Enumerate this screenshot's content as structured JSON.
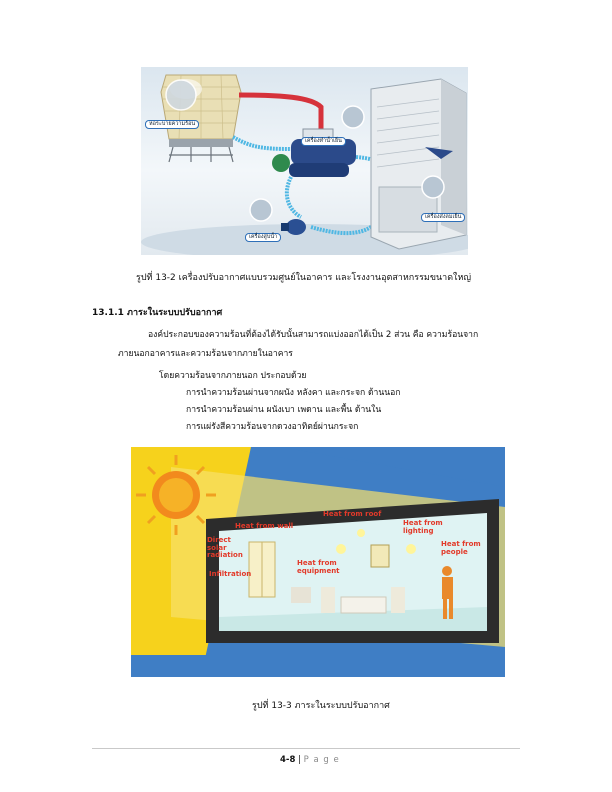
{
  "figure1": {
    "labels": {
      "cooling_tower": "หอระบายความร้อน",
      "chiller": "เครื่องทำน้ำเย็น",
      "air_handler": "เครื่องส่งลมเย็น",
      "pump": "เครื่องสูบน้ำ"
    },
    "caption": "รูปที่ 13-2 เครื่องปรับอากาศแบบรวมศูนย์ในอาคาร และโรงงานอุตสาหกรรมขนาดใหญ่"
  },
  "section": {
    "heading": "13.1.1  ภาระในระบบปรับอากาศ",
    "para_line1": "องค์ประกอบของความร้อนที่ต้องได้รับนั้นสามารถแบ่งออกได้เป็น  2  ส่วน  คือ  ความร้อนจาก",
    "para_line2": "ภายนอกอาคารและความร้อนจากภายในอาคาร",
    "intro": "โดยความร้อนจากภายนอก ประกอบด้วย",
    "items": [
      "การนำความร้อนผ่านจากผนัง หลังคา และกระจก ด้านนอก",
      "การนำความร้อนผ่าน ผนังเบา เพดาน และพื้น ด้านใน",
      "การแผ่รังสีความร้อนจากดวงอาทิตย์ผ่านกระจก"
    ]
  },
  "figure2": {
    "labels": {
      "wall": "Heat from wall",
      "roof": "Heat from roof",
      "lighting": "Heat from lighting",
      "people": "Heat from people",
      "solar": "Direct solar radiation",
      "equipment": "Heat from equipment",
      "infiltration": "Infiltration"
    },
    "caption": "รูปที่ 13-3 ภาระในระบบปรับอากาศ"
  },
  "footer": {
    "page": "4-8",
    "separator": "|",
    "page_word": "P a g e"
  },
  "colors": {
    "pipe_hot": "#d6323b",
    "pipe_cold": "#4fb7e3",
    "label_red": "#e23a2a",
    "page_word": "#8a8a8a"
  }
}
